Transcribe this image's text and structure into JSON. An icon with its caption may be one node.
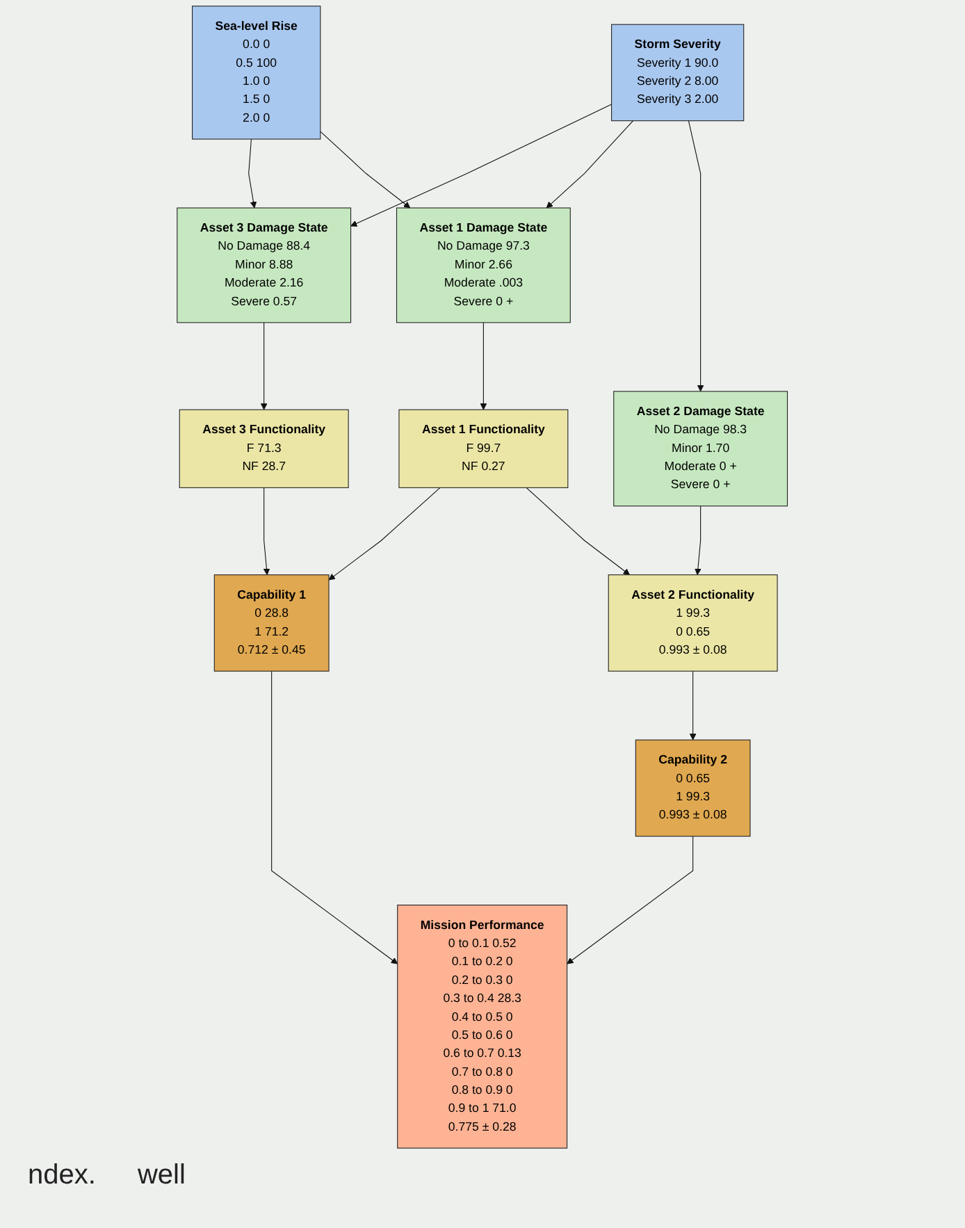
{
  "diagram": {
    "nodes": [
      {
        "text": [
          "Sea-level Rise",
          "0.0 0",
          "0.5 100",
          "1.0 0",
          "1.5 0",
          "2.0 0"
        ]
      },
      {
        "text": [
          "Storm Severity",
          "Severity 1 90.0",
          "Severity 2 8.00",
          "Severity 3 2.00"
        ]
      },
      {
        "text": [
          "Asset 3 Damage State",
          "No Damage 88.4",
          "Minor 8.88",
          "Moderate 2.16",
          "Severe 0.57"
        ]
      },
      {
        "text": [
          "Asset 1 Damage State",
          "No Damage 97.3",
          "Minor 2.66",
          "Moderate .003",
          "Severe 0 +"
        ]
      },
      {
        "text": [
          "Asset 2 Damage State",
          "No Damage 98.3",
          "Minor 1.70",
          "Moderate 0 +",
          "Severe 0 +"
        ]
      },
      {
        "text": [
          "Asset 3 Functionality",
          "F 71.3",
          "NF 28.7"
        ]
      },
      {
        "text": [
          "Asset 1 Functionality",
          "F 99.7",
          "NF 0.27"
        ]
      },
      {
        "text": [
          "Asset 2 Functionality",
          "1 99.3",
          "0 0.65",
          "0.993 ± 0.08"
        ]
      },
      {
        "text": [
          "Capability 1",
          "0 28.8",
          "1 71.2",
          "0.712 ± 0.45"
        ]
      },
      {
        "text": [
          "Capability 2",
          "0 0.65",
          "1 99.3",
          "0.993 ± 0.08"
        ]
      },
      {
        "text": [
          "Mission Performance",
          "0 to 0.1 0.52",
          "0.1 to 0.2 0",
          "0.2 to 0.3 0",
          "0.3 to 0.4 28.3",
          "0.4 to 0.5 0",
          "0.5 to 0.6 0",
          "0.6 to 0.7 0.13",
          "0.7 to 0.8 0",
          "0.8 to 0.9 0",
          "0.9 to 1 71.0",
          "0.775 ± 0.28"
        ]
      }
    ],
    "edges": [
      {
        "from": 0,
        "to": 2,
        "arrow": "to"
      },
      {
        "from": 0,
        "to": 3,
        "arrow": "to"
      },
      {
        "from": 1,
        "to": 2,
        "arrow": "to"
      },
      {
        "from": 1,
        "to": 3,
        "arrow": "to"
      },
      {
        "from": 1,
        "to": 4,
        "arrow": "to"
      },
      {
        "from": 2,
        "to": 5,
        "arrow": "to"
      },
      {
        "from": 3,
        "to": 6,
        "arrow": "to"
      },
      {
        "from": 4,
        "to": 7,
        "arrow": "to"
      },
      {
        "from": 5,
        "to": 8,
        "arrow": "to"
      },
      {
        "from": 6,
        "to": 8,
        "arrow": "to"
      },
      {
        "from": 6,
        "to": 7,
        "arrow": "to"
      },
      {
        "from": 7,
        "to": 9,
        "arrow": "to"
      },
      {
        "from": 8,
        "to": 10,
        "arrow": "to"
      },
      {
        "from": 9,
        "to": 10,
        "arrow": "to"
      }
    ],
    "labels": [
      "ndex.",
      "well"
    ]
  }
}
